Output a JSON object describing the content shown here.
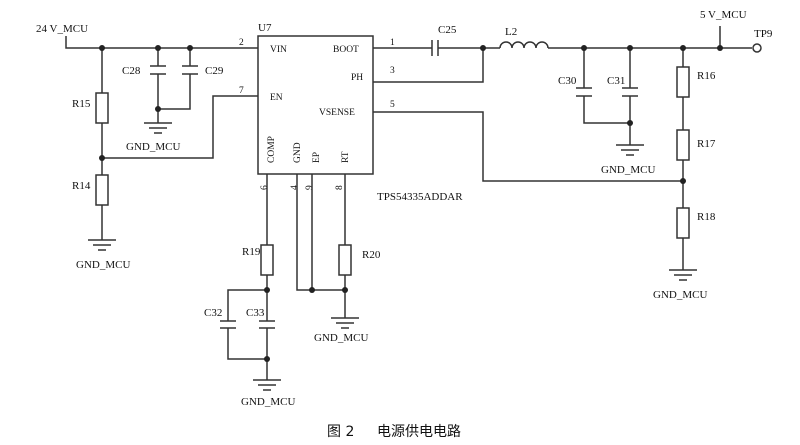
{
  "figure": {
    "caption_number": "图 2",
    "caption_title": "电源供电电路"
  },
  "ic": {
    "ref": "U7",
    "part": "TPS54335ADDAR",
    "pins": [
      {
        "name": "VIN",
        "num": "2"
      },
      {
        "name": "EN",
        "num": "7"
      },
      {
        "name": "BOOT",
        "num": "1"
      },
      {
        "name": "PH",
        "num": "3"
      },
      {
        "name": "VSENSE",
        "num": "5"
      },
      {
        "name": "COMP",
        "num": "6"
      },
      {
        "name": "GND",
        "num": "4"
      },
      {
        "name": "EP",
        "num": "9"
      },
      {
        "name": "RT",
        "num": "8"
      }
    ]
  },
  "nets": {
    "in": "24 V_MCU",
    "out": "5 V_MCU",
    "gnd": "GND_MCU",
    "testpoint": "TP9"
  },
  "components": {
    "R15": "R15",
    "R14": "R14",
    "R16": "R16",
    "R17": "R17",
    "R18": "R18",
    "R19": "R19",
    "R20": "R20",
    "C25": "C25",
    "C28": "C28",
    "C29": "C29",
    "C30": "C30",
    "C31": "C31",
    "C32": "C32",
    "C33": "C33",
    "L2": "L2"
  }
}
